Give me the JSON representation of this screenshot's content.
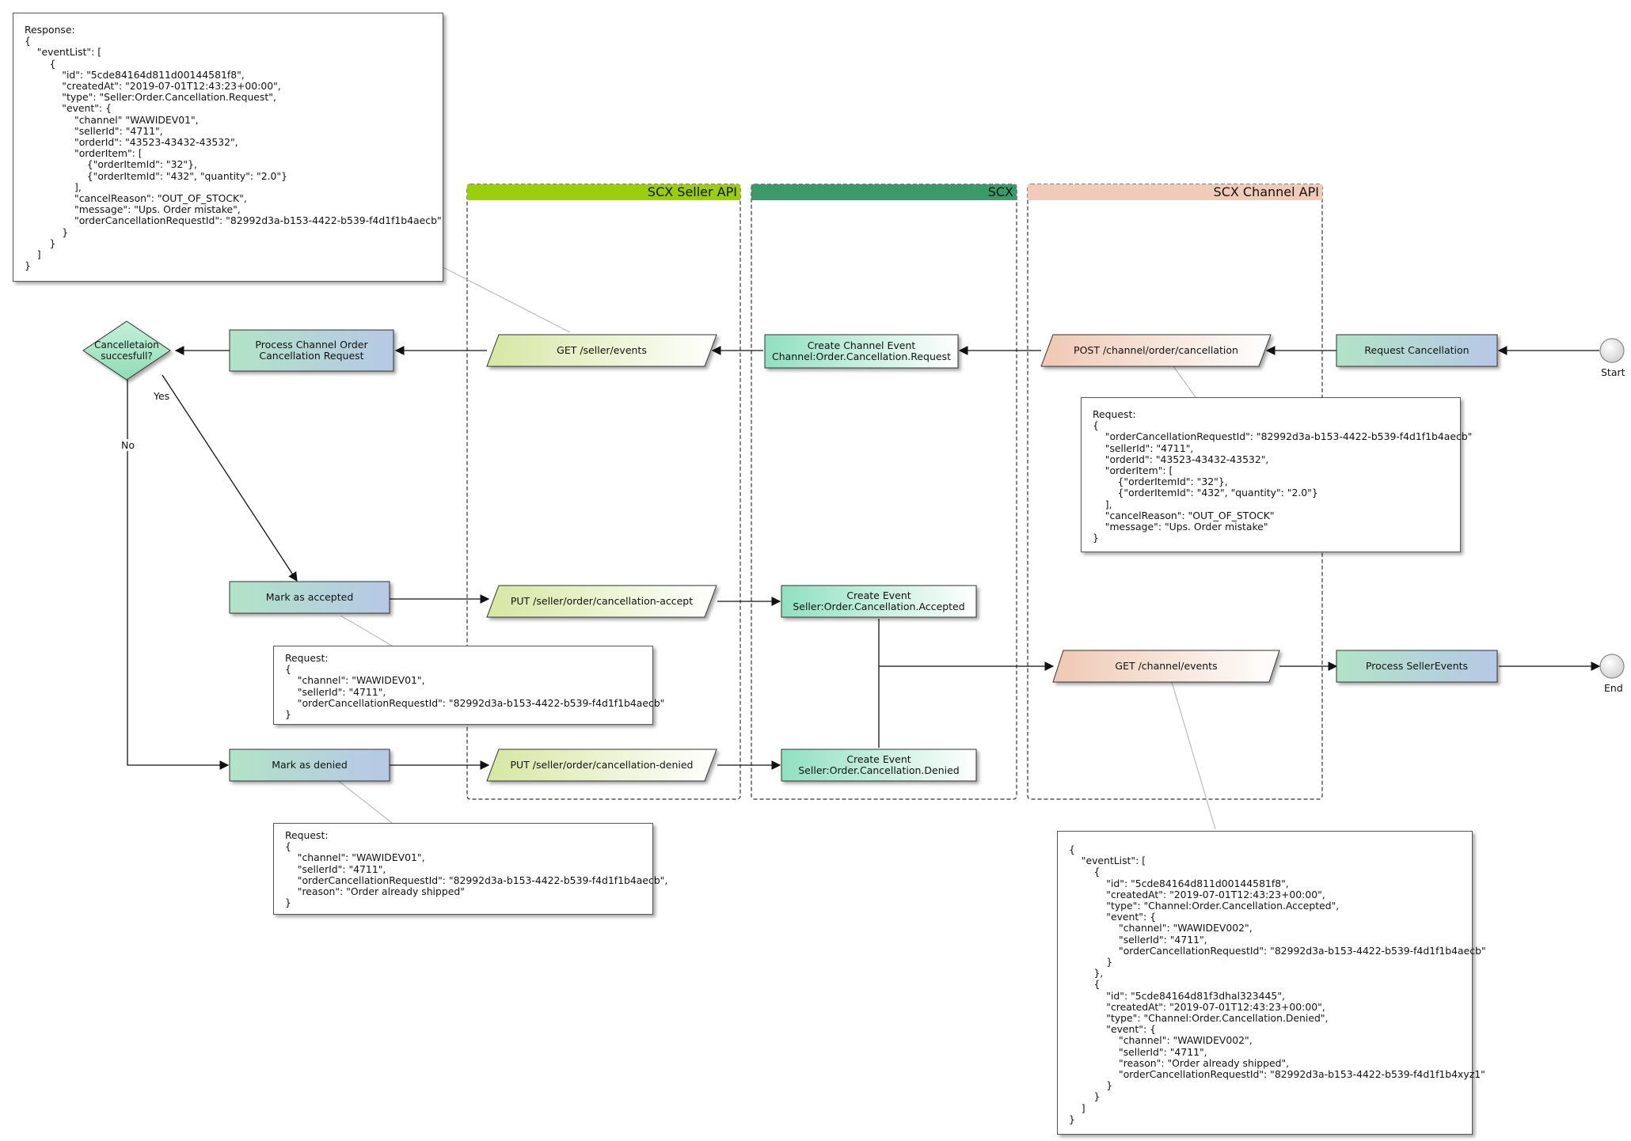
{
  "lanes": {
    "seller_api": "SCX Seller API",
    "scx": "SCX",
    "channel_api": "SCX Channel API"
  },
  "nodes": {
    "start": "Start",
    "end": "End",
    "request_cancellation": "Request Cancellation",
    "post_channel_cancellation": "POST /channel/order/cancellation",
    "create_channel_event": "Create Channel Event\nChannel:Order.Cancellation.Request",
    "get_seller_events": "GET /seller/events",
    "process_channel_order": "Process Channel Order\nCancellation Request",
    "decision": "Cancelletaion\nsuccesfull?",
    "mark_accepted": "Mark as accepted",
    "mark_denied": "Mark as denied",
    "put_accept": "PUT /seller/order/cancellation-accept",
    "put_denied": "PUT /seller/order/cancellation-denied",
    "create_event_accepted": "Create Event\nSeller:Order.Cancellation.Accepted",
    "create_event_denied": "Create Event\nSeller:Order.Cancellation.Denied",
    "get_channel_events": "GET /channel/events",
    "process_seller_events": "Process SellerEvents"
  },
  "edge_labels": {
    "yes": "Yes",
    "no": "No"
  },
  "notes": {
    "response_events": "Response:\n{\n    \"eventList\": [\n        {\n            \"id\": \"5cde84164d811d00144581f8\",\n            \"createdAt\": \"2019-07-01T12:43:23+00:00\",\n            \"type\": \"Seller:Order.Cancellation.Request\",\n            \"event\": {\n                \"channel\" \"WAWIDEV01\",\n                \"sellerId\": \"4711\",\n                \"orderId\": \"43523-43432-43532\",\n                \"orderItem\": [\n                    {\"orderItemId\": \"32\"},\n                    {\"orderItemId\": \"432\", \"quantity\": \"2.0\"}\n                ],\n                \"cancelReason\": \"OUT_OF_STOCK\",\n                \"message\": \"Ups. Order mistake\",\n                \"orderCancellationRequestId\": \"82992d3a-b153-4422-b539-f4d1f1b4aecb\"\n            }\n        }\n    ]\n}",
    "request_cancellation": "Request:\n{\n    \"orderCancellationRequestId\": \"82992d3a-b153-4422-b539-f4d1f1b4aecb\"\n    \"sellerId\": \"4711\",\n    \"orderId\": \"43523-43432-43532\",\n    \"orderItem\": [\n        {\"orderItemId\": \"32\"},\n        {\"orderItemId\": \"432\", \"quantity\": \"2.0\"}\n    ],\n    \"cancelReason\": \"OUT_OF_STOCK\"\n    \"message\": \"Ups. Order mistake\"\n}",
    "request_accept": "Request:\n{\n    \"channel\": \"WAWIDEV01\",\n    \"sellerId\": \"4711\",\n    \"orderCancellationRequestId\": \"82992d3a-b153-4422-b539-f4d1f1b4aecb\"\n}",
    "request_denied": "Request:\n{\n    \"channel\": \"WAWIDEV01\",\n    \"sellerId\": \"4711\",\n    \"orderCancellationRequestId\": \"82992d3a-b153-4422-b539-f4d1f1b4aecb\",\n    \"reason\": \"Order already shipped\"\n}",
    "channel_events": "{\n    \"eventList\": [\n        {\n            \"id\": \"5cde84164d811d00144581f8\",\n            \"createdAt\": \"2019-07-01T12:43:23+00:00\",\n            \"type\": \"Channel:Order.Cancellation.Accepted\",\n            \"event\": {\n                \"channel\": \"WAWIDEV002\",\n                \"sellerId\": \"4711\",\n                \"orderCancellationRequestId\": \"82992d3a-b153-4422-b539-f4d1f1b4aecb\"\n            }\n        },\n        {\n            \"id\": \"5cde84164d81f3dhal323445\",\n            \"createdAt\": \"2019-07-01T12:43:23+00:00\",\n            \"type\": \"Channel:Order.Cancellation.Denied\",\n            \"event\": {\n                \"channel\": \"WAWIDEV002\",\n                \"sellerId\": \"4711\",\n                \"reason\": \"Order already shipped\",\n                \"orderCancellationRequestId\": \"82992d3a-b153-4422-b539-f4d1f1b4xyz1\"\n            }\n        }\n    ]\n}"
  },
  "colors": {
    "seller_api_header": "#9acd0a",
    "scx_header": "#3a9a6a",
    "channel_api_header": "#f0cbb8"
  }
}
